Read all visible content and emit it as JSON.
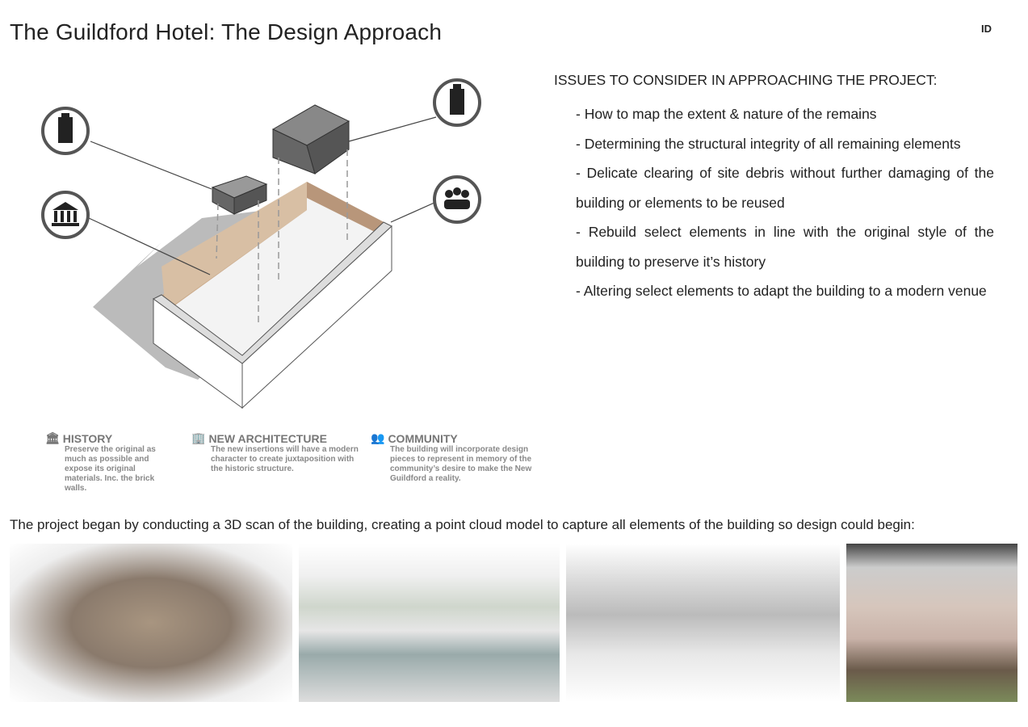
{
  "header": {
    "title": "The Guildford Hotel: The Design Approach",
    "badge": "ID"
  },
  "issues": {
    "heading": "ISSUES TO CONSIDER IN APPROACHING THE PROJECT:",
    "items": [
      "- How to map the extent & nature of the remains",
      "- Determining the structural integrity of all remaining elements",
      "- Delicate clearing of site debris without further damaging of the building or elements to be reused",
      "- Rebuild select elements in line with the original style of the building to preserve it’s history",
      "- Altering select elements to adapt the building to a modern venue"
    ]
  },
  "legend": [
    {
      "icon": "building-columns-icon",
      "title": "HISTORY",
      "desc": "Preserve the original as much as possible and expose its original materials. Inc. the brick walls."
    },
    {
      "icon": "skyscraper-icon",
      "title": "NEW ARCHITECTURE",
      "desc": "The new insertions will have a modern character to create  juxtaposition with the historic structure."
    },
    {
      "icon": "people-group-icon",
      "title": "COMMUNITY",
      "desc": "The building will incorporate design pieces to represent in memory of the community’s desire to make the New Guildford a reality."
    }
  ],
  "caption": "The project began by conducting a 3D scan of the building, creating a point cloud model to capture all elements of the building so design could begin:"
}
